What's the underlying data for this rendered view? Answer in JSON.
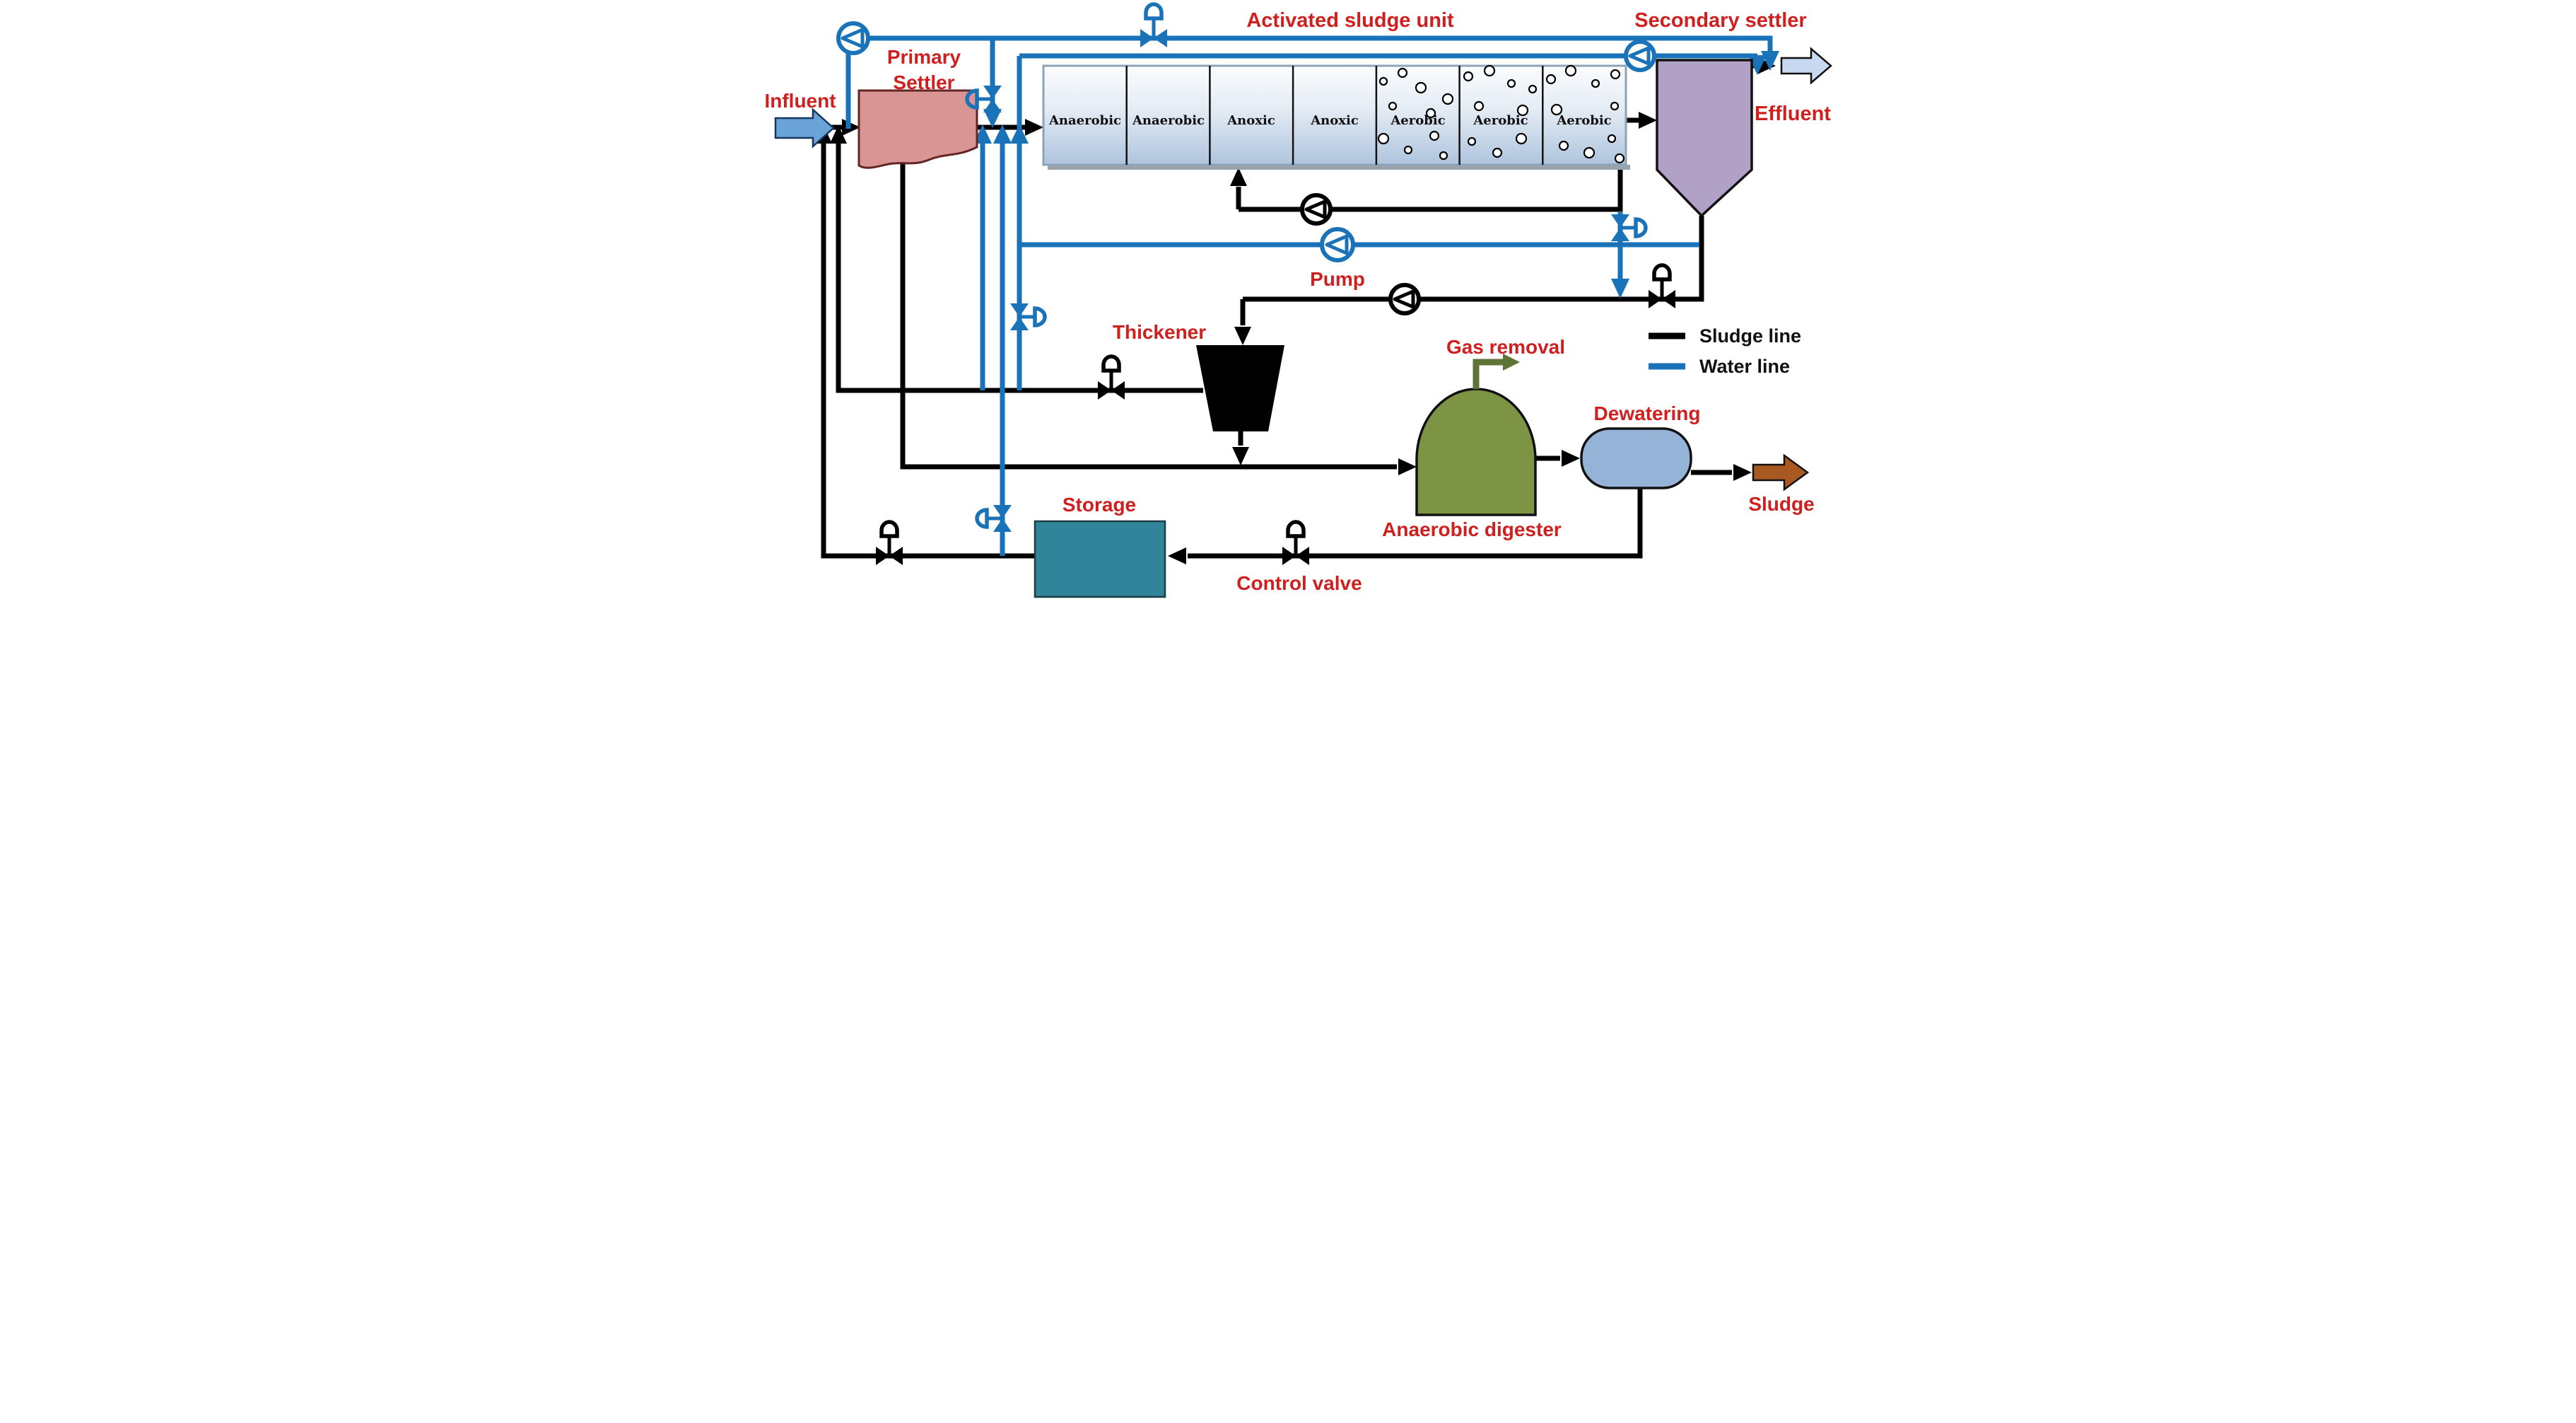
{
  "labels": {
    "influent": "Influent",
    "primary_settler_l1": "Primary",
    "primary_settler_l2": "Settler",
    "activated_sludge_unit": "Activated sludge unit",
    "secondary_settler": "Secondary settler",
    "effluent": "Effluent",
    "pump": "Pump",
    "thickener": "Thickener",
    "gas_removal": "Gas removal",
    "dewatering": "Dewatering",
    "anaerobic_digester": "Anaerobic digester",
    "sludge": "Sludge",
    "storage": "Storage",
    "control_valve": "Control valve"
  },
  "asu": {
    "compartments": [
      "Anaerobic",
      "Anaerobic",
      "Anoxic",
      "Anoxic",
      "Aerobic",
      "Aerobic",
      "Aerobic"
    ]
  },
  "legend": {
    "items": [
      {
        "label": "Sludge line",
        "color": "#000000"
      },
      {
        "label": "Water line",
        "color": "#1a72b8"
      }
    ]
  },
  "icons": {
    "pump": "pump-icon",
    "actuated_valve": "actuated-valve-icon",
    "hand_valve": "hand-valve-icon"
  },
  "colors": {
    "water": "#1a72b8",
    "sludge": "#000000",
    "label_red": "#d01f1f",
    "influent_arrow": "#6aa3d8",
    "influent_arrow_stroke": "#17365d",
    "effluent_arrow": "#c6d9f0",
    "sludge_arrow": "#a85821",
    "primary_settler": "#d99594",
    "primary_settler_stroke": "#632423",
    "secondary_settler": "#b2a1c7",
    "thickener": "#000000",
    "digester": "#7d9444",
    "gas": "#5f7436",
    "dewatering": "#95b3d7",
    "storage": "#31859b"
  }
}
